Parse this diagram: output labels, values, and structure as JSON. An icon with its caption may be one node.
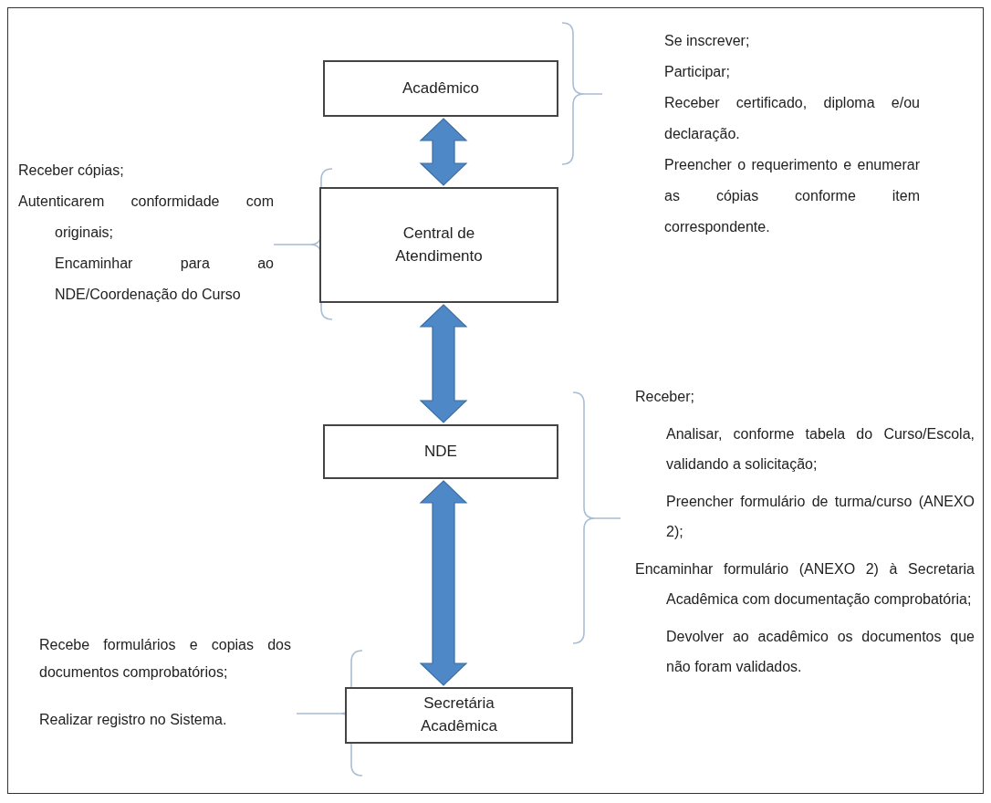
{
  "diagram": {
    "nodes": [
      {
        "text": [
          "Acadêmico"
        ],
        "beside": [
          "Se inscrever;",
          "Participar;",
          "Receber certificado, diploma e/ou declaração.",
          "Preencher o requerimento e enumerar as cópias conforme item correspondente."
        ]
      },
      {
        "text": [
          "Central de Atendimento"
        ],
        "beside": [
          "Receber cópias;",
          "Autenticarem conformidade com originais;",
          "Encaminhar para ao NDE/Coordenação do Curso"
        ]
      },
      {
        "text": [
          "NDE"
        ],
        "beside": [
          "Receber;",
          "Analisar, conforme tabela do Curso/Escola, validando a solicitação;",
          "Preencher formulário de turma/curso (ANEXO 2);",
          "Encaminhar formulário (ANEXO 2) à Secretaria Acadêmica com documentação comprobatória;",
          "Devolver ao acadêmico os documentos que não foram validados."
        ]
      },
      {
        "text": [
          "Secretária Acadêmica"
        ],
        "beside": [
          "Recebe formulários e copias dos documentos comprobatórios;",
          "Realizar registro no Sistema."
        ]
      }
    ],
    "edges": [
      {
        "from": 0,
        "to": 1,
        "arrow": "both"
      },
      {
        "from": 1,
        "to": 2,
        "arrow": "both"
      },
      {
        "from": 2,
        "to": 3,
        "arrow": "both"
      }
    ]
  }
}
